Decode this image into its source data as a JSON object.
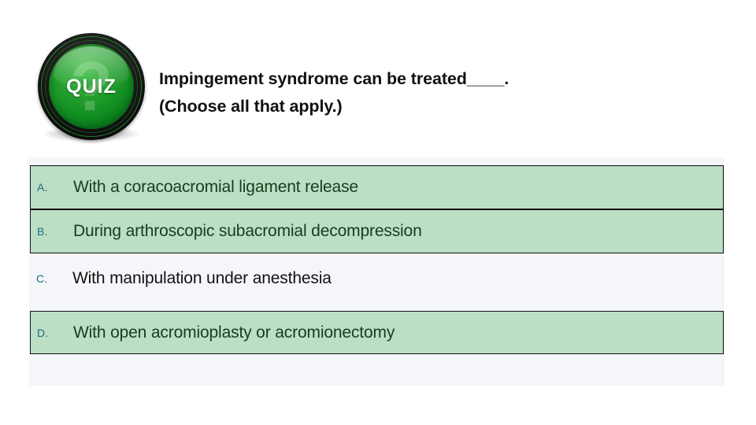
{
  "slide": {
    "badge": {
      "label": "QUIZ",
      "watermark": "?",
      "icon": "quiz-badge-icon",
      "colors": {
        "ring": "#101010",
        "face_light": "#3fbe46",
        "face_dark": "#045c14",
        "label_color": "#ffffff"
      }
    },
    "question": {
      "line1": "Impingement syndrome can be treated____.",
      "line2": "(Choose all that apply.)"
    },
    "answers": {
      "highlight_color": "#bcdec5",
      "panel_color": "#f5f6fa",
      "letter_color": "#1b6f80",
      "options": [
        {
          "letter": "A.",
          "text": "With a coracoacromial ligament release",
          "highlighted": true
        },
        {
          "letter": "B.",
          "text": "During arthroscopic subacromial decompression",
          "highlighted": true
        },
        {
          "letter": "C.",
          "text": "With manipulation under anesthesia",
          "highlighted": false
        },
        {
          "letter": "D.",
          "text": "With open acromioplasty or acromionectomy",
          "highlighted": true
        }
      ]
    }
  }
}
